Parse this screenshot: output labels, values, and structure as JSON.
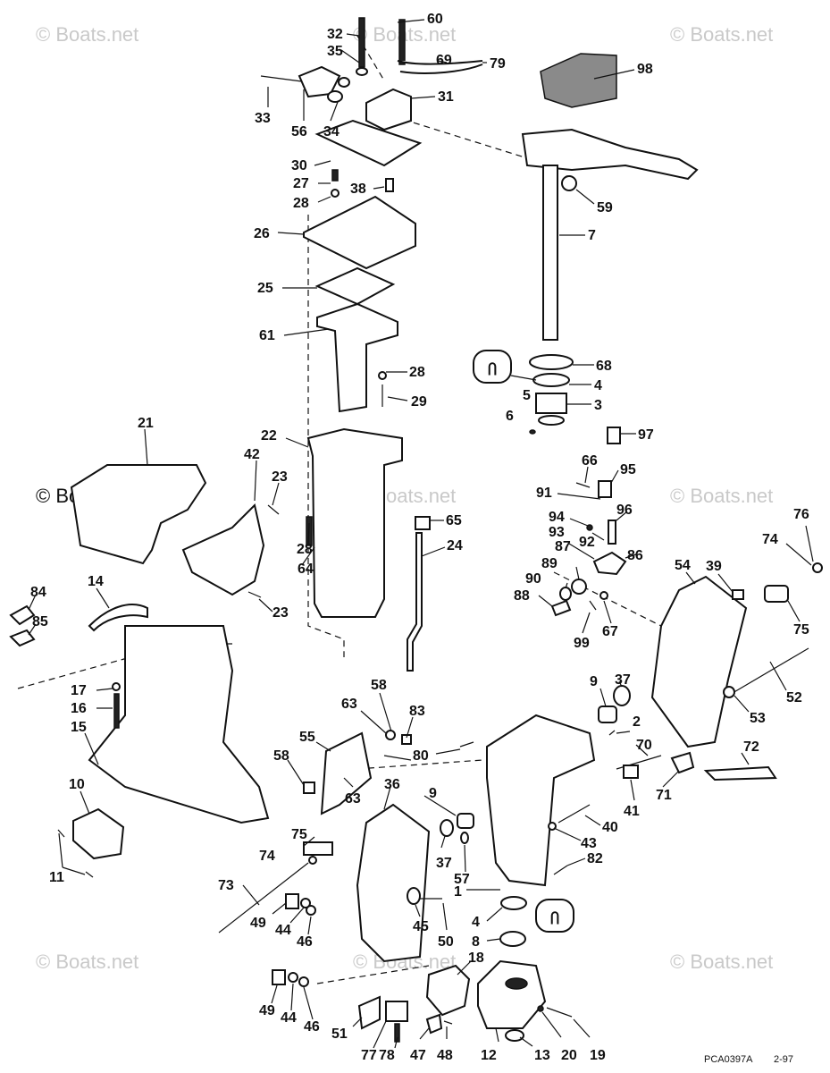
{
  "watermarks": [
    "© Boats.net",
    "© Boats.net",
    "© Boats.net",
    "© Boats.net",
    "© Boats.net",
    "© Boats.net",
    "© Boats.net",
    "© Boats.net",
    "© Boats.net"
  ],
  "footer": {
    "code": "PCA0397A",
    "date": "2-97"
  },
  "callouts": [
    "60",
    "32",
    "35",
    "69",
    "79",
    "98",
    "31",
    "33",
    "56",
    "34",
    "30",
    "27",
    "38",
    "28",
    "59",
    "26",
    "7",
    "25",
    "61",
    "28",
    "29",
    "68",
    "4",
    "5",
    "3",
    "6",
    "97",
    "21",
    "22",
    "42",
    "23",
    "65",
    "24",
    "66",
    "95",
    "91",
    "96",
    "94",
    "93",
    "92",
    "87",
    "86",
    "89",
    "90",
    "88",
    "99",
    "67",
    "76",
    "74",
    "54",
    "39",
    "75",
    "52",
    "53",
    "84",
    "14",
    "85",
    "28",
    "64",
    "23",
    "17",
    "16",
    "15",
    "10",
    "11",
    "58",
    "63",
    "83",
    "80",
    "55",
    "58",
    "63",
    "36",
    "9",
    "37",
    "2",
    "70",
    "71",
    "72",
    "41",
    "40",
    "43",
    "9",
    "57",
    "82",
    "75",
    "74",
    "37",
    "73",
    "49",
    "44",
    "46",
    "45",
    "50",
    "1",
    "4",
    "8",
    "18",
    "49",
    "44",
    "46",
    "51",
    "77",
    "78",
    "47",
    "48",
    "12",
    "13",
    "20",
    "19"
  ],
  "seal_glyphs": [
    "Ⴖ",
    "Ⴖ"
  ]
}
